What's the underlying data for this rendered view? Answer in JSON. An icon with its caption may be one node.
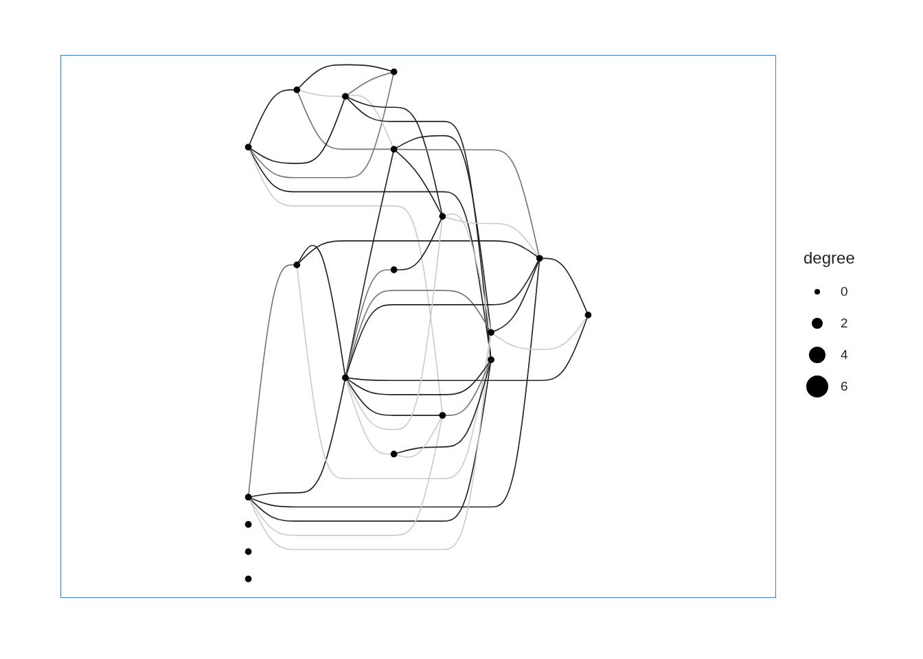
{
  "diagram": {
    "nodes": [
      {
        "text": [],
        "shape": "circle"
      },
      {
        "text": [],
        "shape": "circle"
      },
      {
        "text": [],
        "shape": "circle"
      },
      {
        "text": [],
        "shape": "circle"
      },
      {
        "text": [],
        "shape": "circle"
      },
      {
        "text": [],
        "shape": "circle"
      },
      {
        "text": [],
        "shape": "circle"
      },
      {
        "text": [],
        "shape": "circle"
      },
      {
        "text": [],
        "shape": "circle"
      },
      {
        "text": [],
        "shape": "circle"
      },
      {
        "text": [],
        "shape": "circle"
      },
      {
        "text": [],
        "shape": "circle"
      },
      {
        "text": [],
        "shape": "circle"
      },
      {
        "text": [],
        "shape": "circle"
      },
      {
        "text": [],
        "shape": "circle"
      },
      {
        "text": [],
        "shape": "circle"
      },
      {
        "text": [],
        "shape": "circle"
      },
      {
        "text": [],
        "shape": "circle"
      },
      {
        "text": [],
        "shape": "circle"
      }
    ],
    "edges": [
      {
        "from": 0,
        "to": 3,
        "arrow": "none"
      },
      {
        "from": 0,
        "to": 1,
        "arrow": "none",
        "color": "#cccccc"
      },
      {
        "from": 0,
        "to": 5,
        "arrow": "none",
        "color": "#777777"
      },
      {
        "from": 2,
        "to": 0,
        "arrow": "none"
      },
      {
        "from": 2,
        "to": 1,
        "arrow": "none"
      },
      {
        "from": 2,
        "to": 3,
        "arrow": "none",
        "color": "#777777"
      },
      {
        "from": 2,
        "to": 18,
        "arrow": "none"
      },
      {
        "from": 2,
        "to": 17,
        "arrow": "none",
        "color": "#cccccc"
      },
      {
        "from": 1,
        "to": 3,
        "arrow": "none",
        "color": "#777777"
      },
      {
        "from": 1,
        "to": 5,
        "arrow": "none",
        "color": "#cccccc"
      },
      {
        "from": 1,
        "to": 12,
        "arrow": "none"
      },
      {
        "from": 1,
        "to": 18,
        "arrow": "none"
      },
      {
        "from": 4,
        "to": 6,
        "arrow": "none",
        "color": "#777777"
      },
      {
        "from": 4,
        "to": 8,
        "arrow": "none"
      },
      {
        "from": 4,
        "to": 11,
        "arrow": "none"
      },
      {
        "from": 4,
        "to": 18,
        "arrow": "none"
      },
      {
        "from": 4,
        "to": 17,
        "arrow": "none",
        "color": "#cccccc"
      },
      {
        "from": 4,
        "to": 9,
        "arrow": "none",
        "color": "#cccccc"
      },
      {
        "from": 6,
        "to": 8,
        "arrow": "none"
      },
      {
        "from": 6,
        "to": 11,
        "arrow": "none"
      },
      {
        "from": 6,
        "to": 9,
        "arrow": "none",
        "color": "#cccccc"
      },
      {
        "from": 8,
        "to": 5,
        "arrow": "none"
      },
      {
        "from": 8,
        "to": 7,
        "arrow": "none",
        "color": "#777777"
      },
      {
        "from": 8,
        "to": 9,
        "arrow": "none",
        "color": "#777777"
      },
      {
        "from": 8,
        "to": 11,
        "arrow": "none"
      },
      {
        "from": 8,
        "to": 13,
        "arrow": "none"
      },
      {
        "from": 8,
        "to": 18,
        "arrow": "none"
      },
      {
        "from": 8,
        "to": 17,
        "arrow": "none"
      },
      {
        "from": 8,
        "to": 12,
        "arrow": "none",
        "color": "#cccccc"
      },
      {
        "from": 8,
        "to": 14,
        "arrow": "none",
        "color": "#cccccc"
      },
      {
        "from": 5,
        "to": 9,
        "arrow": "none"
      },
      {
        "from": 5,
        "to": 11,
        "arrow": "none",
        "color": "#777777"
      },
      {
        "from": 5,
        "to": 12,
        "arrow": "none"
      },
      {
        "from": 7,
        "to": 12,
        "arrow": "none"
      },
      {
        "from": 12,
        "to": 9,
        "arrow": "none",
        "color": "#cccccc"
      },
      {
        "from": 12,
        "to": 11,
        "arrow": "none",
        "color": "#cccccc"
      },
      {
        "from": 9,
        "to": 11,
        "arrow": "none"
      },
      {
        "from": 9,
        "to": 13,
        "arrow": "none",
        "color": "#cccccc"
      },
      {
        "from": 11,
        "to": 13,
        "arrow": "none"
      },
      {
        "from": 14,
        "to": 18,
        "arrow": "none"
      },
      {
        "from": 14,
        "to": 17,
        "arrow": "none",
        "color": "#cccccc"
      },
      {
        "from": 17,
        "to": 18,
        "arrow": "none",
        "color": "#777777"
      }
    ],
    "labels": [
      "degree"
    ],
    "legend": [
      {
        "text": "0"
      },
      {
        "text": "2"
      },
      {
        "text": "4"
      },
      {
        "text": "6"
      }
    ]
  }
}
